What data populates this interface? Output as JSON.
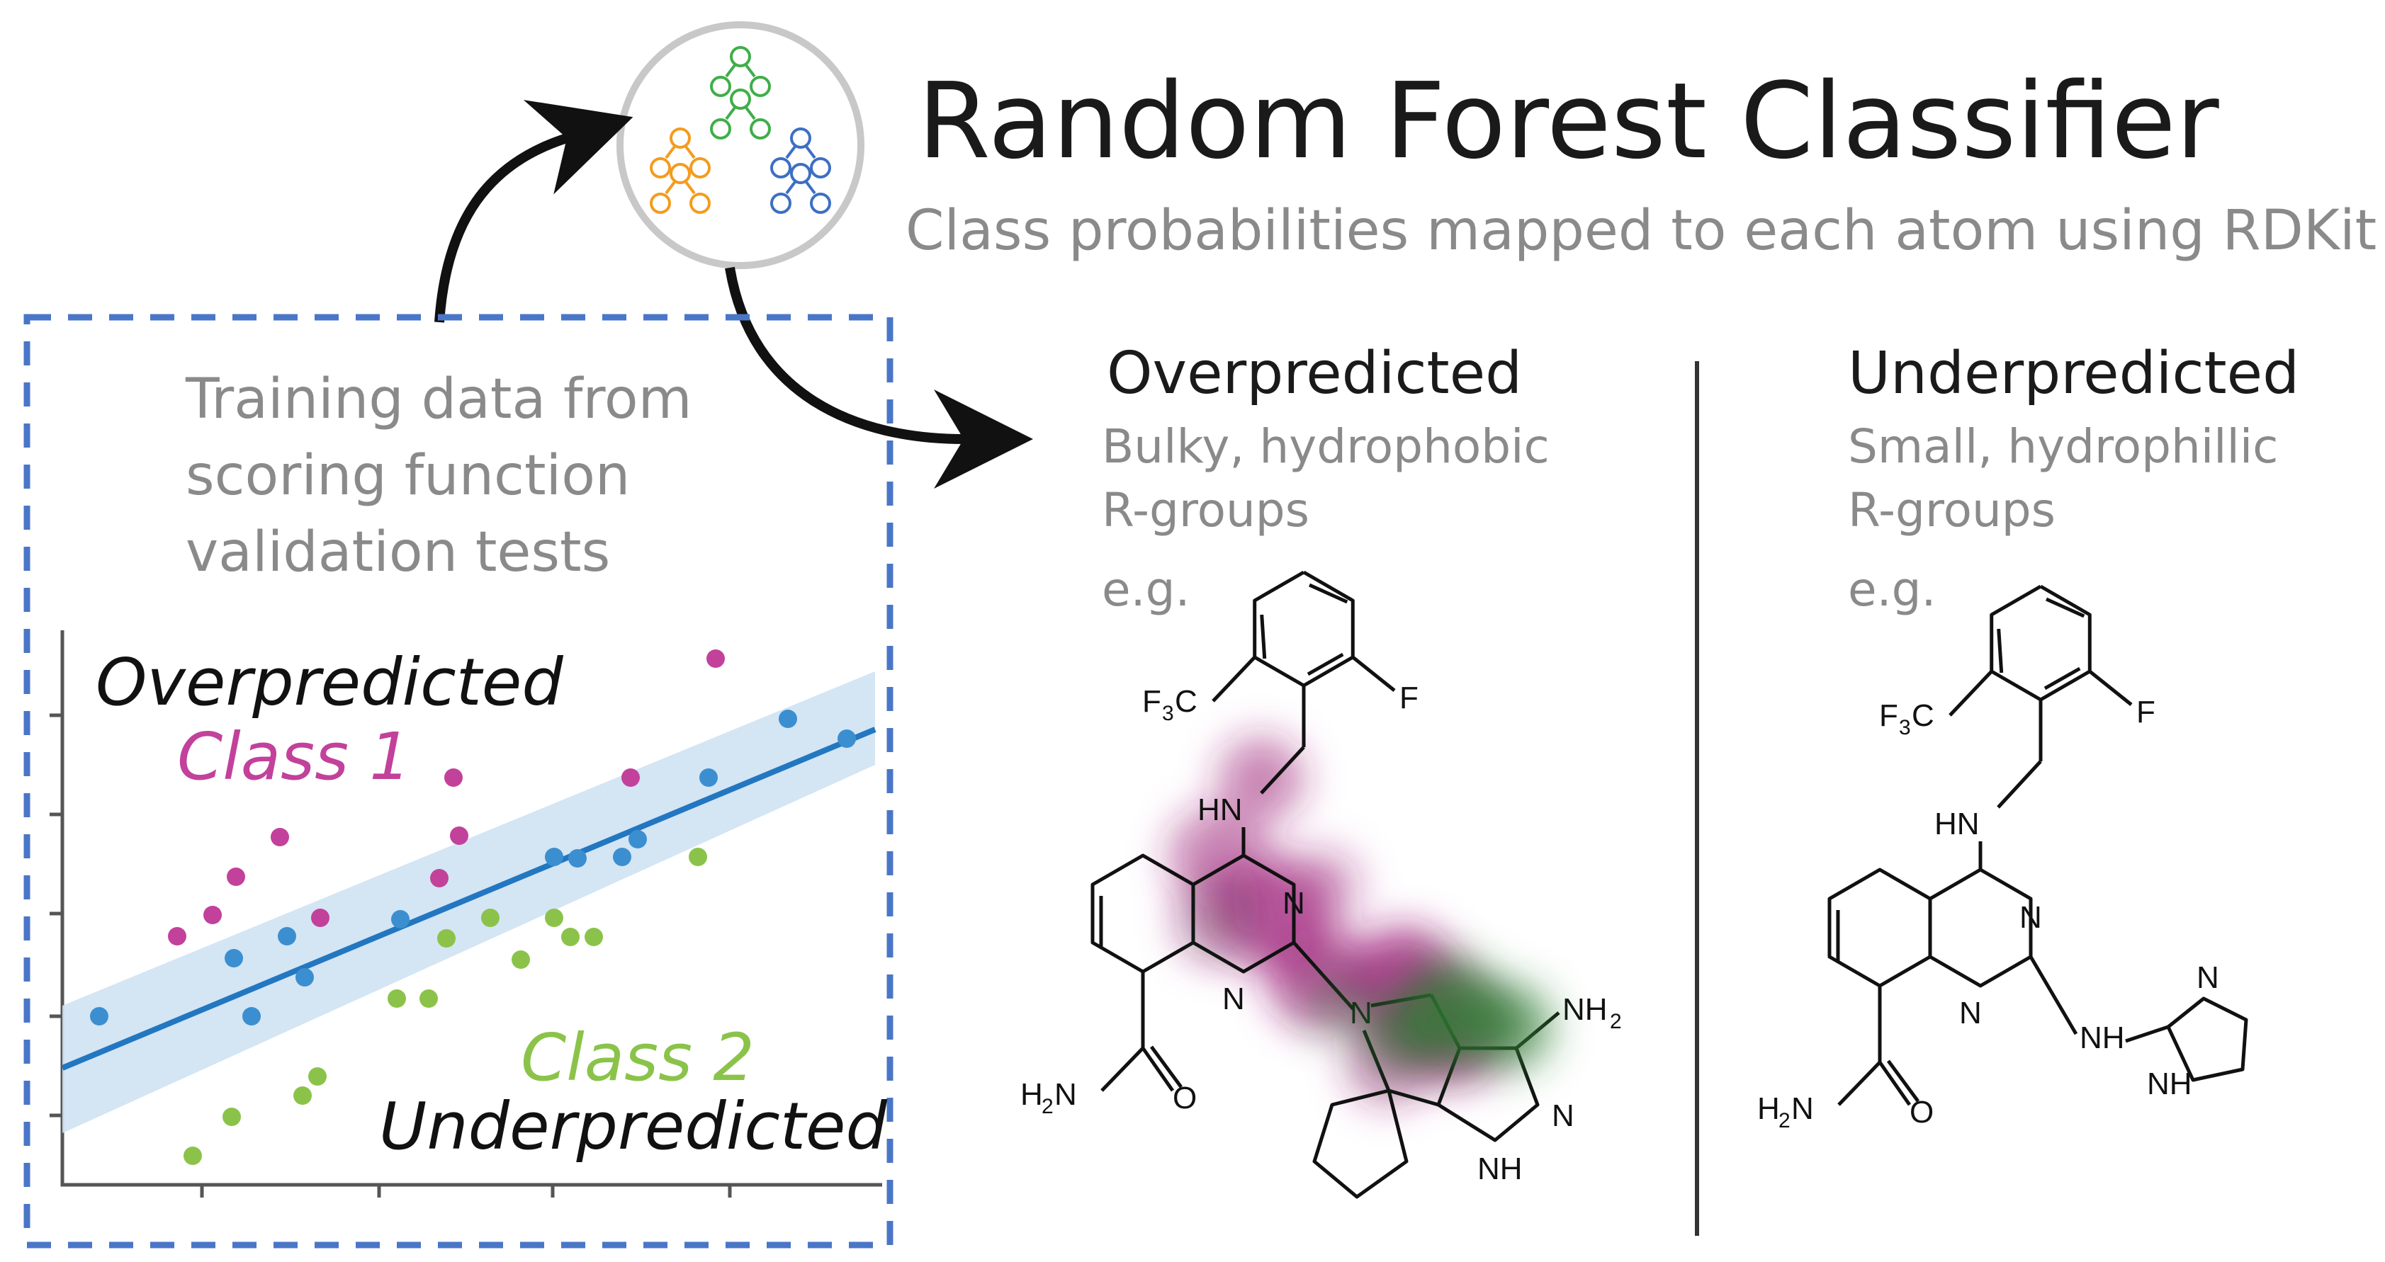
{
  "header": {
    "title": "Random Forest Classifier",
    "subtitle": "Class probabilities mapped to each atom using RDKit"
  },
  "training": {
    "line1": "Training data from",
    "line2": "scoring function",
    "line3": "validation tests"
  },
  "plot": {
    "over_label": "Overpredicted",
    "class1_label": "Class 1",
    "class2_label": "Class 2",
    "under_label": "Underpredicted",
    "colors": {
      "class1": "#c2419b",
      "class2": "#8bc34a",
      "fit": "#2277c0",
      "band": "#cfe2f3",
      "neutral": "#3b8fd0"
    }
  },
  "over_panel": {
    "heading": "Overpredicted",
    "desc1": "Bulky, hydrophobic",
    "desc2": "R-groups",
    "eg": "e.g.",
    "highlight_color": "#9c1d78"
  },
  "under_panel": {
    "heading": "Underpredicted",
    "desc1": "Small, hydrophillic",
    "desc2": "R-groups",
    "eg": "e.g.",
    "highlight_color": "#2e7d32"
  },
  "tree_colors": {
    "root": "#3fae49",
    "left": "#f39c1f",
    "right": "#3d6fc4"
  },
  "mol": {
    "f3c": "F",
    "f3c_sub": "3",
    "f3c_c": "C",
    "f": "F",
    "hn": "HN",
    "n": "N",
    "h2n": "H",
    "h2n_sub": "2",
    "h2n_n": "N",
    "o": "O",
    "nh2": "NH",
    "nh2_sub": "2",
    "nh": "NH"
  }
}
